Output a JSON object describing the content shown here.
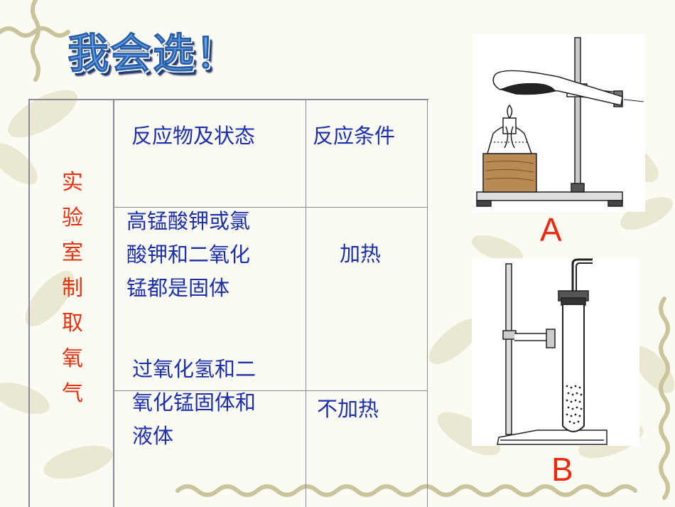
{
  "title": "我会选！",
  "side_heading": [
    "实",
    "验",
    "室",
    "制",
    "取",
    "氧",
    "气"
  ],
  "table": {
    "headers": [
      "反应物及状态",
      "反应条件"
    ],
    "rows": [
      {
        "reactants": [
          "高锰酸钾或氯",
          "酸钾和二氧化",
          "锰都是固体"
        ],
        "condition": "加热"
      },
      {
        "reactants": [
          "过氧化氢和二",
          "氧化锰固体和",
          "液体"
        ],
        "condition": "不加热"
      }
    ]
  },
  "figures": [
    {
      "label": "A",
      "apparatus": "solid-heating-apparatus"
    },
    {
      "label": "B",
      "apparatus": "liquid-no-heating-apparatus"
    }
  ],
  "colors": {
    "table_text": "#1a2fa8",
    "side_text": "#e8320e",
    "label_text": "#ee2a0e",
    "title_fill": "#6aa6e8"
  }
}
